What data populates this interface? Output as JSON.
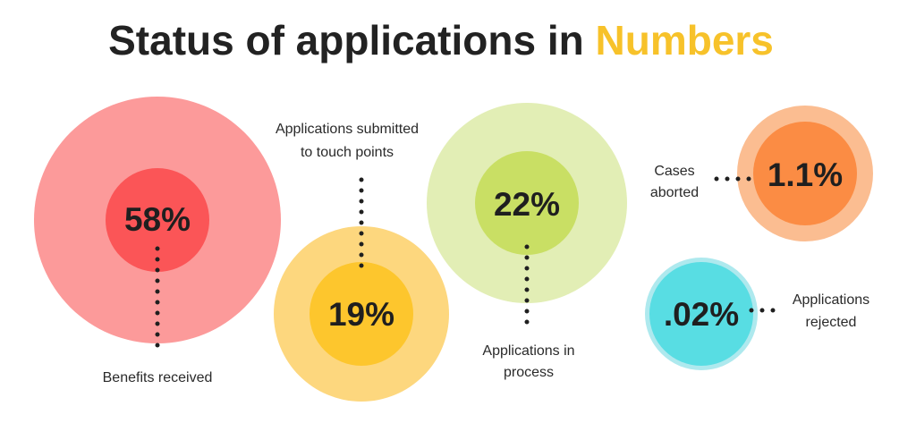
{
  "title": {
    "main": "Status of applications in",
    "highlight": "Numbers"
  },
  "colors": {
    "title_text": "#222222",
    "title_highlight": "#f7c22a",
    "benefits_outer": "#fc9a9a",
    "benefits_inner": "#fb5557",
    "submitted_outer": "#fdd77e",
    "submitted_inner": "#fdc62d",
    "process_outer": "#e2eeb5",
    "process_inner": "#c9df64",
    "aborted_outer": "#fbbd91",
    "aborted_inner": "#fb8c44",
    "rejected_ring": "#aee9ee",
    "rejected_inner": "#58dde3"
  },
  "chart_data": {
    "type": "bubble",
    "title": "Status of applications in Numbers",
    "items": [
      {
        "key": "benefits",
        "value": 58,
        "display": "58%",
        "label_lines": [
          "Benefits received"
        ]
      },
      {
        "key": "submitted",
        "value": 19,
        "display": "19%",
        "label_lines": [
          "Applications submitted",
          "to touch points"
        ]
      },
      {
        "key": "process",
        "value": 22,
        "display": "22%",
        "label_lines": [
          "Applications in",
          "process"
        ]
      },
      {
        "key": "aborted",
        "value": 1.1,
        "display": "1.1%",
        "label_lines": [
          "Cases",
          "aborted"
        ]
      },
      {
        "key": "rejected",
        "value": 0.02,
        "display": ".02%",
        "label_lines": [
          "Applications",
          "rejected"
        ]
      }
    ]
  }
}
